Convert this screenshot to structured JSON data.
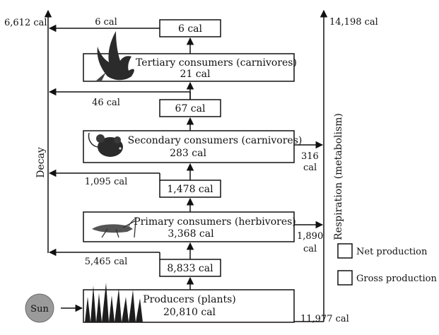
{
  "levels": {
    "top_output": "6 cal",
    "tertiary": {
      "label": "Tertiary consumers (carnivores)",
      "value": "21 cal",
      "net": "67 cal"
    },
    "secondary": {
      "label": "Secondary consumers (carnivores)",
      "value": "283 cal",
      "net": "1,478 cal"
    },
    "primary": {
      "label": "Primary consumers (herbivores)",
      "value": "3,368 cal",
      "net": "8,833 cal"
    },
    "producers": {
      "label": "Producers (plants)",
      "value": "20,810 cal"
    }
  },
  "decay": {
    "label": "Decay",
    "total": "6,612 cal",
    "from_top": "6 cal",
    "from_tertiary": "46 cal",
    "from_secondary": "1,095 cal",
    "from_primary": "5,465 cal"
  },
  "respiration": {
    "label": "Respiration (metabolism)",
    "total": "14,198 cal",
    "secondary": "316",
    "secondary_unit": "cal",
    "primary": "1,890",
    "primary_unit": "cal",
    "producers": "11,977 cal"
  },
  "sun": "Sun",
  "legend": {
    "net": "Net production",
    "gross": "Gross production"
  },
  "icons": [
    "hawk-icon",
    "mouse-icon",
    "grasshopper-icon",
    "grass-icon",
    "sun-icon"
  ]
}
